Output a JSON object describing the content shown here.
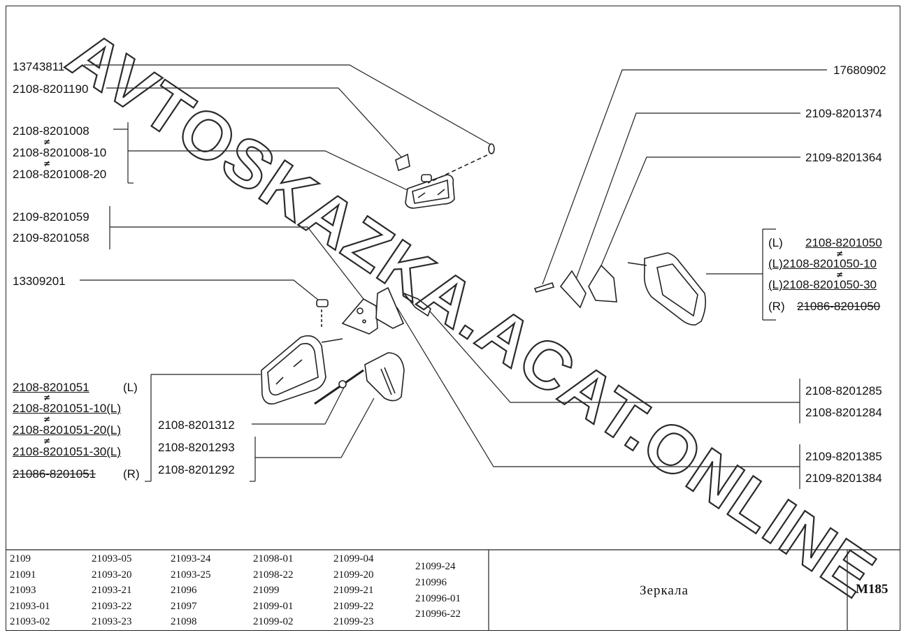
{
  "watermark": "AVTOSKAZKA.ACAT.ONLINE",
  "title": "Зеркала",
  "code": "M185",
  "labels": {
    "l1": "13743811",
    "l2": "2108-8201190",
    "l3": "2108-8201008",
    "l4": "2108-8201008-10",
    "l5": "2108-8201008-20",
    "l6": "2109-8201059",
    "l7": "2109-8201058",
    "l8": "13309201",
    "l9": "2108-8201051",
    "l9s": "(L)",
    "l10": "2108-8201051-10(L)",
    "l11": "2108-8201051-20(L)",
    "l12": "2108-8201051-30(L)",
    "l13": "21086-8201051",
    "l13s": "(R)",
    "c1": "2108-8201312",
    "c2": "2108-8201293",
    "c3": "2108-8201292",
    "r1": "17680902",
    "r2": "2109-8201374",
    "r3": "2109-8201364",
    "r4p": "(L)",
    "r4": "2108-8201050",
    "r5": "(L)2108-8201050-10",
    "r6": "(L)2108-8201050-30",
    "r7p": "(R)",
    "r7": "21086-8201050",
    "r8": "2108-8201285",
    "r9": "2108-8201284",
    "r10": "2109-8201385",
    "r11": "2109-8201384",
    "neq": "≠"
  },
  "models": [
    [
      "2109",
      "21091",
      "21093",
      "21093-01",
      "21093-02"
    ],
    [
      "21093-05",
      "21093-20",
      "21093-21",
      "21093-22",
      "21093-23"
    ],
    [
      "21093-24",
      "21093-25",
      "21096",
      "21097",
      "21098"
    ],
    [
      "21098-01",
      "21098-22",
      "21099",
      "21099-01",
      "21099-02"
    ],
    [
      "21099-04",
      "21099-20",
      "21099-21",
      "21099-22",
      "21099-23"
    ],
    [
      "21099-24",
      "210996",
      "210996-01",
      "210996-22"
    ]
  ]
}
